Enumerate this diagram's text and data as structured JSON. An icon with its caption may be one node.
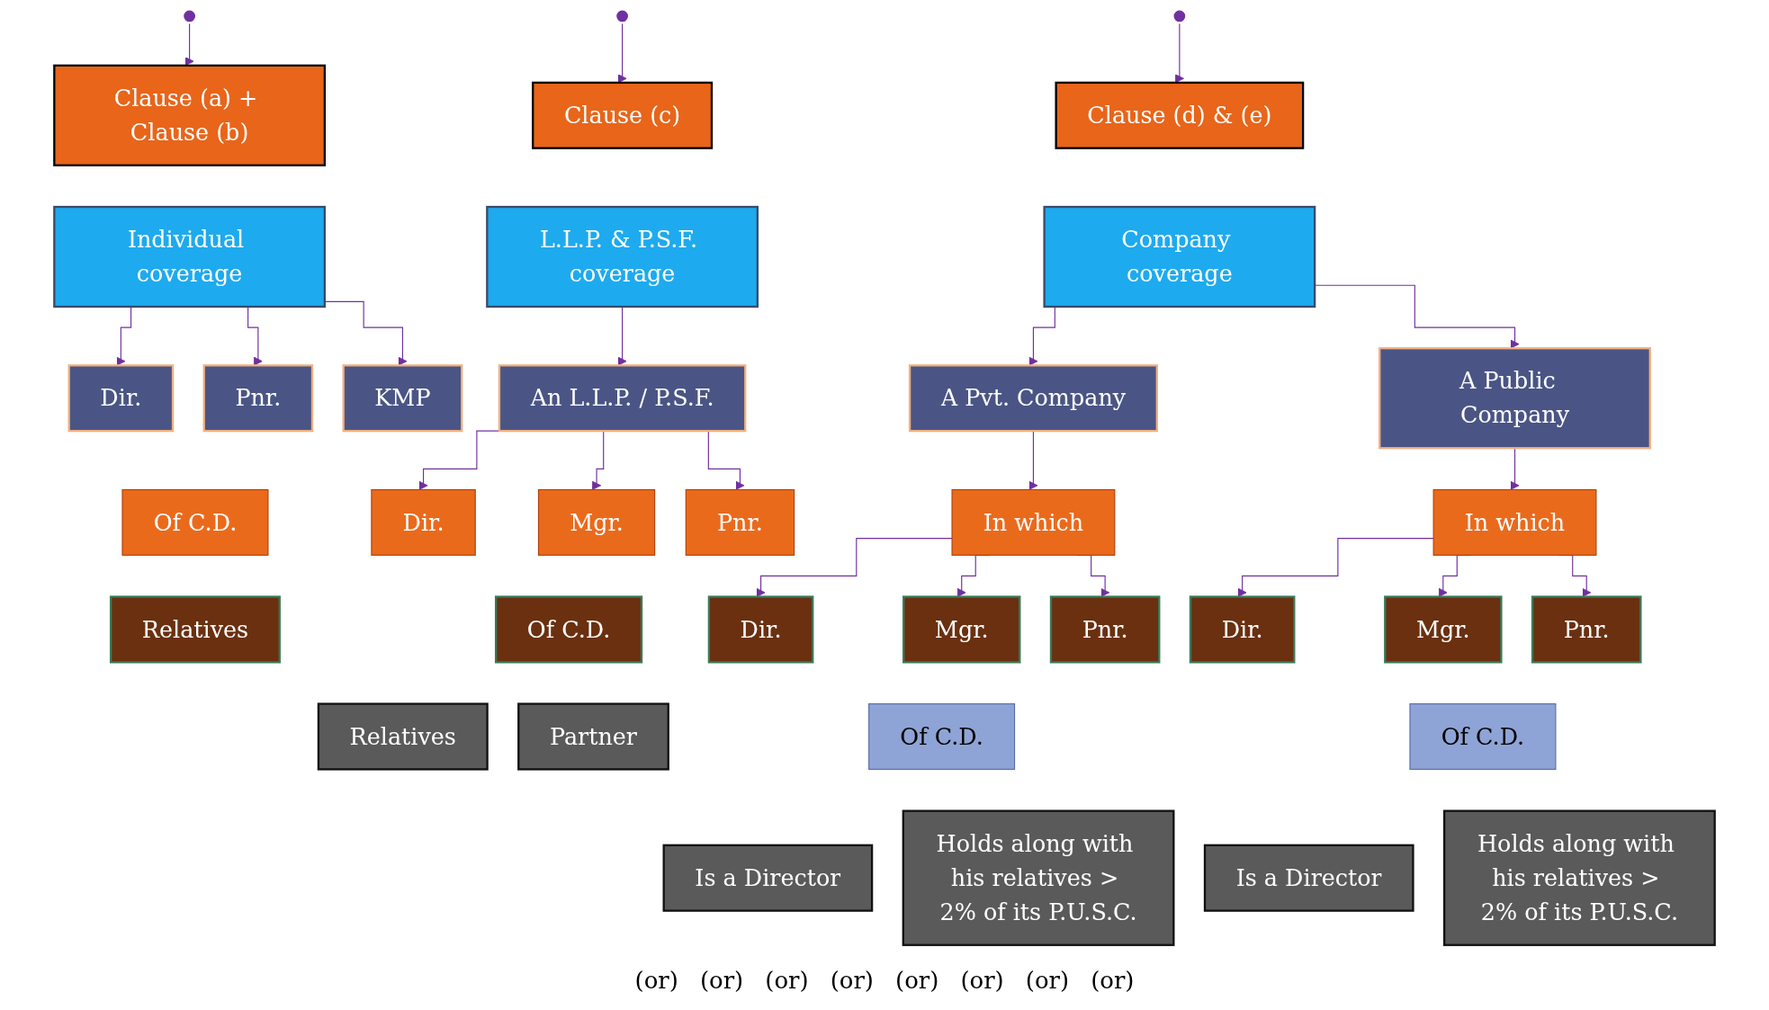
{
  "diagram": {
    "nodes": [
      {
        "text": [
          "Clause (a) + Clause (b)"
        ]
      },
      {
        "text": [
          "Clause (c)"
        ]
      },
      {
        "text": [
          "Clause (d) & (e)"
        ]
      },
      {
        "text": [
          "Individual coverage"
        ]
      },
      {
        "text": [
          "L.L.P. & P.S.F. coverage"
        ]
      },
      {
        "text": [
          "Company coverage"
        ]
      },
      {
        "text": [
          "Dir."
        ]
      },
      {
        "text": [
          "Pnr."
        ]
      },
      {
        "text": [
          "KMP"
        ]
      },
      {
        "text": [
          "Of C.D."
        ]
      },
      {
        "text": [
          "Relatives"
        ]
      },
      {
        "text": [
          "An L.L.P. / P.S.F."
        ]
      },
      {
        "text": [
          "Dir."
        ]
      },
      {
        "text": [
          "Mgr."
        ]
      },
      {
        "text": [
          "Pnr."
        ]
      },
      {
        "text": [
          "Of C.D."
        ]
      },
      {
        "text": [
          "Relatives"
        ]
      },
      {
        "text": [
          "Partner"
        ]
      },
      {
        "text": [
          "A Pvt. Company"
        ]
      },
      {
        "text": [
          "A Public  Company"
        ]
      },
      {
        "text": [
          "In which"
        ]
      },
      {
        "text": [
          "In which"
        ]
      },
      {
        "text": [
          "Dir."
        ]
      },
      {
        "text": [
          "Mgr."
        ]
      },
      {
        "text": [
          "Pnr."
        ]
      },
      {
        "text": [
          "Dir."
        ]
      },
      {
        "text": [
          "Mgr."
        ]
      },
      {
        "text": [
          "Pnr."
        ]
      },
      {
        "text": [
          "Of C.D."
        ]
      },
      {
        "text": [
          "Of C.D."
        ]
      },
      {
        "text": [
          "Is a Director"
        ]
      },
      {
        "text": [
          "Holds along with his relatives > 2% of its P.U.S.C."
        ]
      },
      {
        "text": [
          "Is a Director"
        ]
      },
      {
        "text": [
          "Holds along with his relatives > 2% of its P.U.S.C."
        ]
      }
    ],
    "edges": [
      {
        "from": null,
        "to": 0,
        "arrow": "to"
      },
      {
        "from": null,
        "to": 1,
        "arrow": "to"
      },
      {
        "from": null,
        "to": 2,
        "arrow": "to"
      },
      {
        "from": 3,
        "to": 6,
        "arrow": "to"
      },
      {
        "from": 3,
        "to": 7,
        "arrow": "to"
      },
      {
        "from": 3,
        "to": 8,
        "arrow": "to"
      },
      {
        "from": 4,
        "to": 11,
        "arrow": "to"
      },
      {
        "from": 11,
        "to": 12,
        "arrow": "to"
      },
      {
        "from": 11,
        "to": 13,
        "arrow": "to"
      },
      {
        "from": 11,
        "to": 14,
        "arrow": "to"
      },
      {
        "from": 5,
        "to": 18,
        "arrow": "to"
      },
      {
        "from": 5,
        "to": 19,
        "arrow": "to"
      },
      {
        "from": 18,
        "to": 20,
        "arrow": "to"
      },
      {
        "from": 19,
        "to": 21,
        "arrow": "to"
      },
      {
        "from": 20,
        "to": 22,
        "arrow": "to"
      },
      {
        "from": 20,
        "to": 23,
        "arrow": "to"
      },
      {
        "from": 20,
        "to": 24,
        "arrow": "to"
      },
      {
        "from": 21,
        "to": 25,
        "arrow": "to"
      },
      {
        "from": 21,
        "to": 26,
        "arrow": "to"
      },
      {
        "from": 21,
        "to": 27,
        "arrow": "to"
      }
    ],
    "labels": [
      "(or)",
      "(or)",
      "(or)",
      "(or)",
      "(or)",
      "(or)",
      "(or)",
      "(or)"
    ]
  }
}
